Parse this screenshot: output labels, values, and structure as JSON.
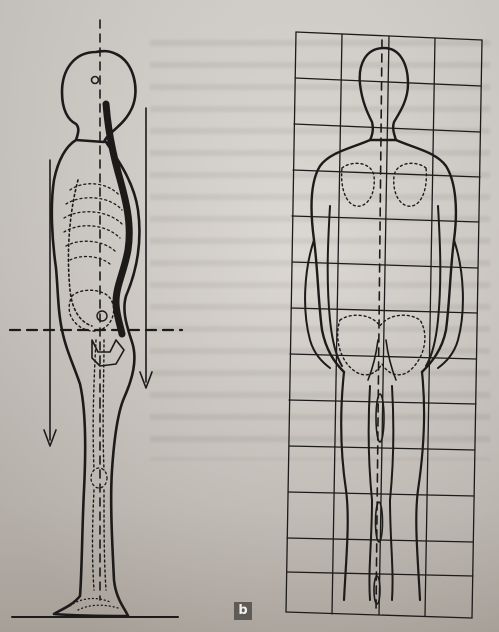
{
  "panel_label": "b",
  "colors": {
    "ink": "#1c1b1a",
    "paper": "#d6d2cc",
    "label_bg": "#5e5a56"
  },
  "figures": [
    {
      "name": "side-view-posture-figure",
      "view": "lateral"
    },
    {
      "name": "back-view-grid-figure",
      "view": "posterior"
    }
  ]
}
